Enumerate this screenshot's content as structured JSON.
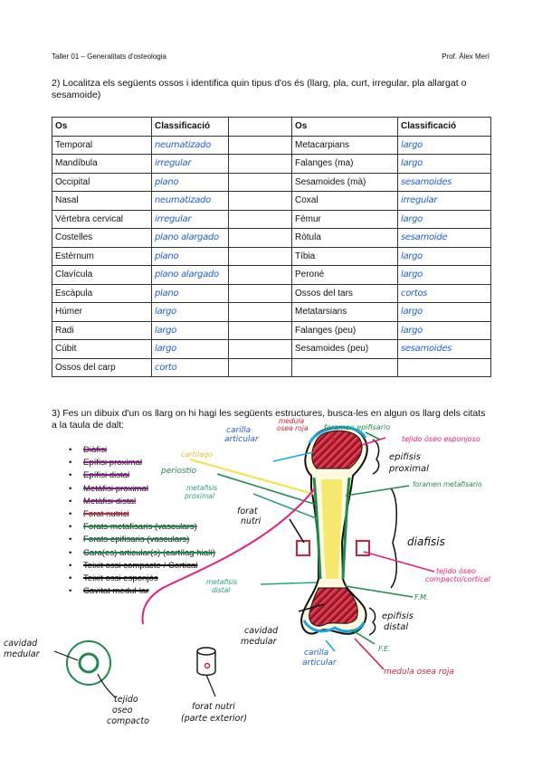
{
  "header": {
    "left": "Taller 01 – Generalitats d'osteologia",
    "right": "Prof. Àlex Merí"
  },
  "question2": "2) Localitza els següents ossos i identifica quin tipus d'os és (llarg, pla, curt, irregular, pla allargat o sesamoide)",
  "table": {
    "headers": {
      "os": "Os",
      "classificacio": "Classificació"
    },
    "left": [
      {
        "os": "Temporal",
        "cls": "neumatizado"
      },
      {
        "os": "Mandíbula",
        "cls": "irregular"
      },
      {
        "os": "Occipital",
        "cls": "plano"
      },
      {
        "os": "Nasal",
        "cls": "neumatizado"
      },
      {
        "os": "Vèrtebra cervical",
        "cls": "irregular"
      },
      {
        "os": "Costelles",
        "cls": "plano alargado"
      },
      {
        "os": "Estèrnum",
        "cls": "plano"
      },
      {
        "os": "Clavícula",
        "cls": "plano alargado"
      },
      {
        "os": "Escàpula",
        "cls": "plano"
      },
      {
        "os": "Húmer",
        "cls": "largo"
      },
      {
        "os": "Radi",
        "cls": "largo"
      },
      {
        "os": "Cúbit",
        "cls": "largo"
      },
      {
        "os": "Ossos del carp",
        "cls": "corto"
      }
    ],
    "right": [
      {
        "os": "Metacarpians",
        "cls": "largo"
      },
      {
        "os": "Falanges (ma)",
        "cls": "largo"
      },
      {
        "os": "Sesamoides (mà)",
        "cls": "sesamoides"
      },
      {
        "os": "Coxal",
        "cls": "irregular"
      },
      {
        "os": "Fèmur",
        "cls": "largo"
      },
      {
        "os": "Ròtula",
        "cls": "sesamoide"
      },
      {
        "os": "Tíbia",
        "cls": "largo"
      },
      {
        "os": "Peroné",
        "cls": "largo"
      },
      {
        "os": "Ossos del tars",
        "cls": "cortos"
      },
      {
        "os": "Metatarsians",
        "cls": "largo"
      },
      {
        "os": "Falanges (peu)",
        "cls": "largo"
      },
      {
        "os": "Sesamoides (peu)",
        "cls": "sesamoides"
      },
      {
        "os": "",
        "cls": ""
      }
    ]
  },
  "question3": "3) Fes un dibuix d'un os llarg on hi hagi les següents estructures, busca-les en algun os llarg dels citats a la taula de dalt:",
  "structures": [
    "Diàfisi",
    "Epífisi proximal",
    "Epífisi distal",
    "Metàfisi proximal",
    "Metàfisi distal",
    "Forat nutrici",
    "Forats metafisaris (vasculars)",
    "Forats epifisaris (vasculars)",
    "Cara(es) articular(s) (cartílag hialí)",
    "Teixit ossi compacte / Cortical",
    "Teixit ossi esponjós",
    "Cavitat medul·lar"
  ],
  "drawing_labels": {
    "carilla_articular_top": [
      "carilla",
      "articular"
    ],
    "medula_osea_roja_top": [
      "medula",
      "osea roja"
    ],
    "foramen_epifisario": "foramen epifisario",
    "tejido_oseo_esponjoso": "tejido óseo esponjoso",
    "epifisis_proximal": [
      "epifisis",
      "proximal"
    ],
    "cartilago": "cartílago",
    "periostio": "periostio",
    "metafisis_proximal": [
      "metafisis",
      "proximal"
    ],
    "foramen_metafisario": "foramen metafisario",
    "forat_nutrici": [
      "forat",
      "nutri"
    ],
    "diafisis": "diafisis",
    "tejido_oseo_compacto": [
      "tejido óseo",
      "compacto/cortical"
    ],
    "metafisis_distal": [
      "metafisis",
      "distal"
    ],
    "fm": "F.M.",
    "epifisis_distal": [
      "epifisis",
      "distal"
    ],
    "cavidad_medular": [
      "cavidad",
      "medular"
    ],
    "fe": "F.E.",
    "carilla_articular_bottom": [
      "carilla",
      "articular"
    ],
    "medula_osea_roja_bottom": "medula osea roja",
    "cavidad_medular_left": [
      "cavidad",
      "medular"
    ],
    "tejido_oseo_compacto_left": [
      "tejido",
      "oseo",
      "compacto"
    ],
    "forat_nutrici_bottom": [
      "forat nutri",
      "(parte exterior)"
    ]
  },
  "colors": {
    "ink_blue": "#1e5fd6",
    "red": "#d0203a",
    "magenta": "#e0207f",
    "green": "#1f8a4a",
    "teal": "#2aa37a",
    "yellow": "#f4e45a",
    "cyan": "#18a8e0",
    "purple": "#8a1f8a"
  }
}
